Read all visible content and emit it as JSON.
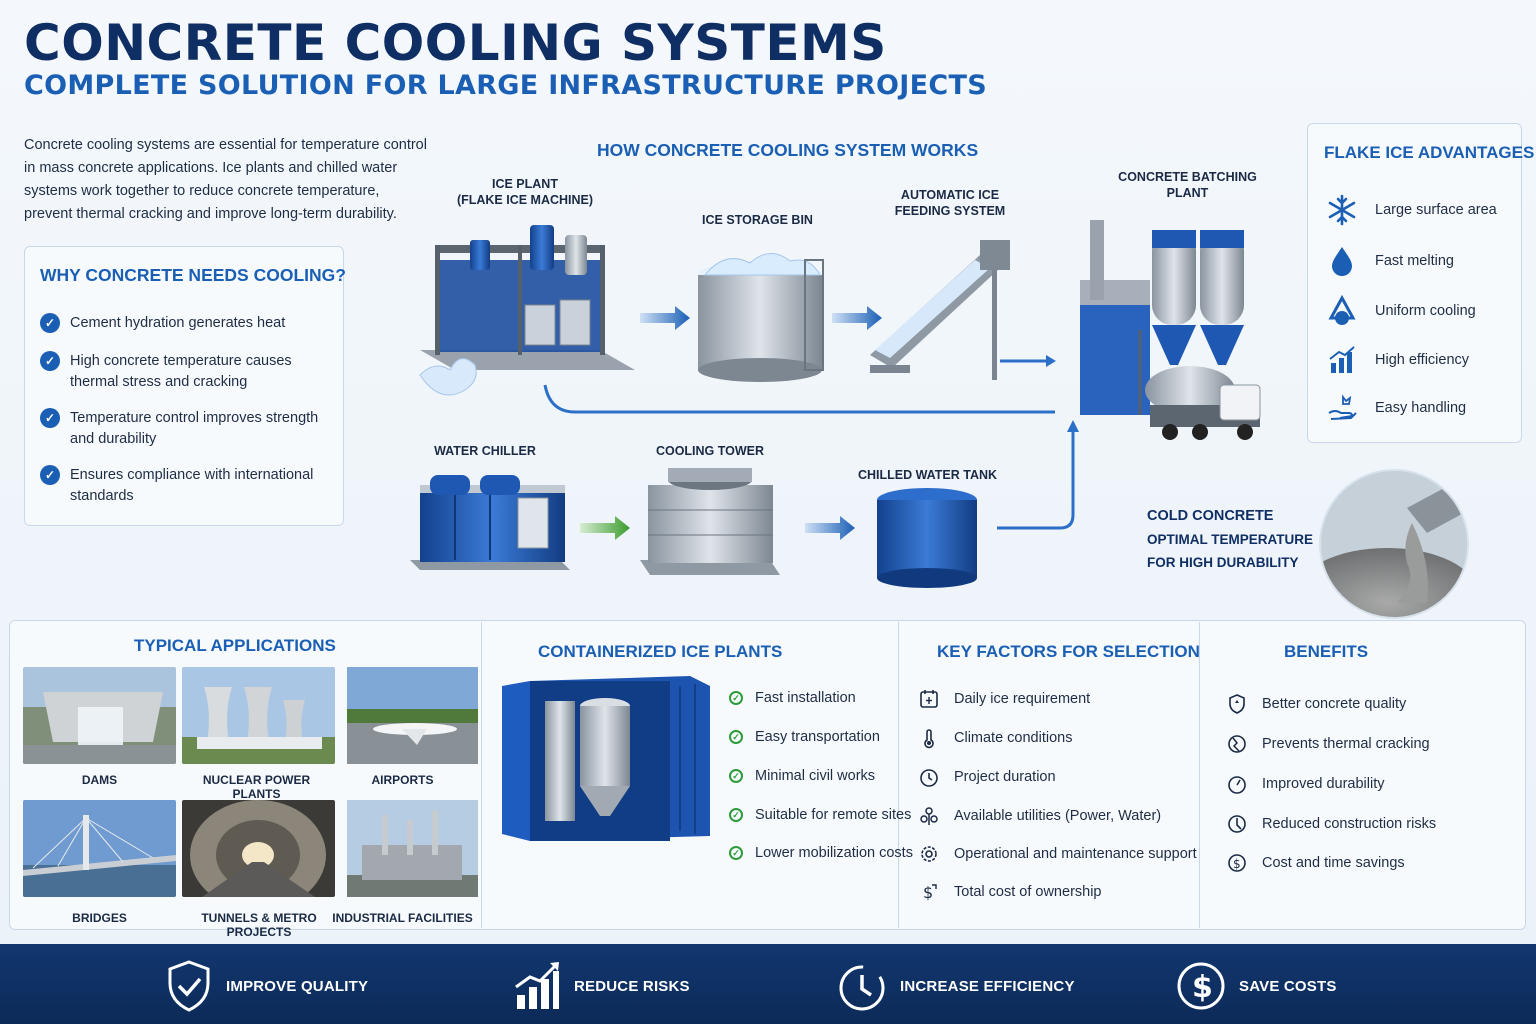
{
  "header": {
    "title": "CONCRETE COOLING SYSTEMS",
    "subtitle": "COMPLETE SOLUTION FOR LARGE INFRASTRUCTURE PROJECTS"
  },
  "intro": "Concrete cooling systems are essential for temperature control in mass concrete applications. Ice plants and chilled water systems work together to reduce concrete temperature, prevent thermal cracking and improve long-term durability.",
  "why": {
    "title": "WHY CONCRETE NEEDS COOLING?",
    "items": [
      "Cement hydration generates heat",
      "High concrete temperature causes thermal stress and cracking",
      "Temperature control improves strength and durability",
      "Ensures compliance with international standards"
    ]
  },
  "how": {
    "title": "HOW CONCRETE COOLING SYSTEM WORKS",
    "ice_plant": "ICE PLANT\n(FLAKE ICE MACHINE)",
    "ice_storage": "ICE STORAGE BIN",
    "ice_feeding": "AUTOMATIC ICE\nFEEDING SYSTEM",
    "batching": "CONCRETE BATCHING\nPLANT",
    "water_chiller": "WATER CHILLER",
    "cooling_tower": "COOLING TOWER",
    "chilled_tank": "CHILLED WATER TANK"
  },
  "advantages": {
    "title": "FLAKE ICE ADVANTAGES",
    "items": [
      {
        "icon": "snowflake-icon",
        "label": "Large surface area"
      },
      {
        "icon": "water-drop-icon",
        "label": "Fast melting"
      },
      {
        "icon": "uniform-cooling-icon",
        "label": "Uniform cooling"
      },
      {
        "icon": "bar-chart-icon",
        "label": "High efficiency"
      },
      {
        "icon": "hand-icon",
        "label": "Easy handling"
      }
    ]
  },
  "cold_concrete": {
    "line1": "COLD CONCRETE",
    "line2": "OPTIMAL TEMPERATURE",
    "line3": "FOR HIGH DURABILITY"
  },
  "applications": {
    "title": "TYPICAL APPLICATIONS",
    "items": [
      "DAMS",
      "NUCLEAR POWER PLANTS",
      "AIRPORTS",
      "BRIDGES",
      "TUNNELS & METRO PROJECTS",
      "INDUSTRIAL FACILITIES"
    ]
  },
  "containerized": {
    "title": "CONTAINERIZED ICE PLANTS",
    "items": [
      "Fast installation",
      "Easy transportation",
      "Minimal civil works",
      "Suitable for remote sites",
      "Lower mobilization costs"
    ]
  },
  "factors": {
    "title": "KEY FACTORS FOR SELECTION",
    "items": [
      {
        "icon": "calendar-ice-icon",
        "label": "Daily ice requirement"
      },
      {
        "icon": "thermometer-icon",
        "label": "Climate conditions"
      },
      {
        "icon": "clock-icon",
        "label": "Project duration"
      },
      {
        "icon": "utilities-icon",
        "label": "Available utilities (Power, Water)"
      },
      {
        "icon": "gear-support-icon",
        "label": "Operational and maintenance support"
      },
      {
        "icon": "dollar-icon",
        "label": "Total cost of ownership"
      }
    ]
  },
  "benefits": {
    "title": "BENEFITS",
    "items": [
      {
        "icon": "quality-shield-icon",
        "label": "Better concrete quality"
      },
      {
        "icon": "crack-prevent-icon",
        "label": "Prevents thermal cracking"
      },
      {
        "icon": "durability-gauge-icon",
        "label": "Improved durability"
      },
      {
        "icon": "risk-icon",
        "label": "Reduced construction risks"
      },
      {
        "icon": "savings-icon",
        "label": "Cost and time savings"
      }
    ]
  },
  "footer": {
    "items": [
      {
        "icon": "shield-check-icon",
        "label": "IMPROVE QUALITY"
      },
      {
        "icon": "growth-chart-icon",
        "label": "REDUCE RISKS"
      },
      {
        "icon": "stopwatch-icon",
        "label": "INCREASE EFFICIENCY"
      },
      {
        "icon": "dollar-circle-icon",
        "label": "SAVE COSTS"
      }
    ]
  },
  "colors": {
    "navy": "#0f2e63",
    "accent_blue": "#1a5fb4",
    "footer_bg": "#12376f",
    "check_green": "#2e9b3a"
  }
}
